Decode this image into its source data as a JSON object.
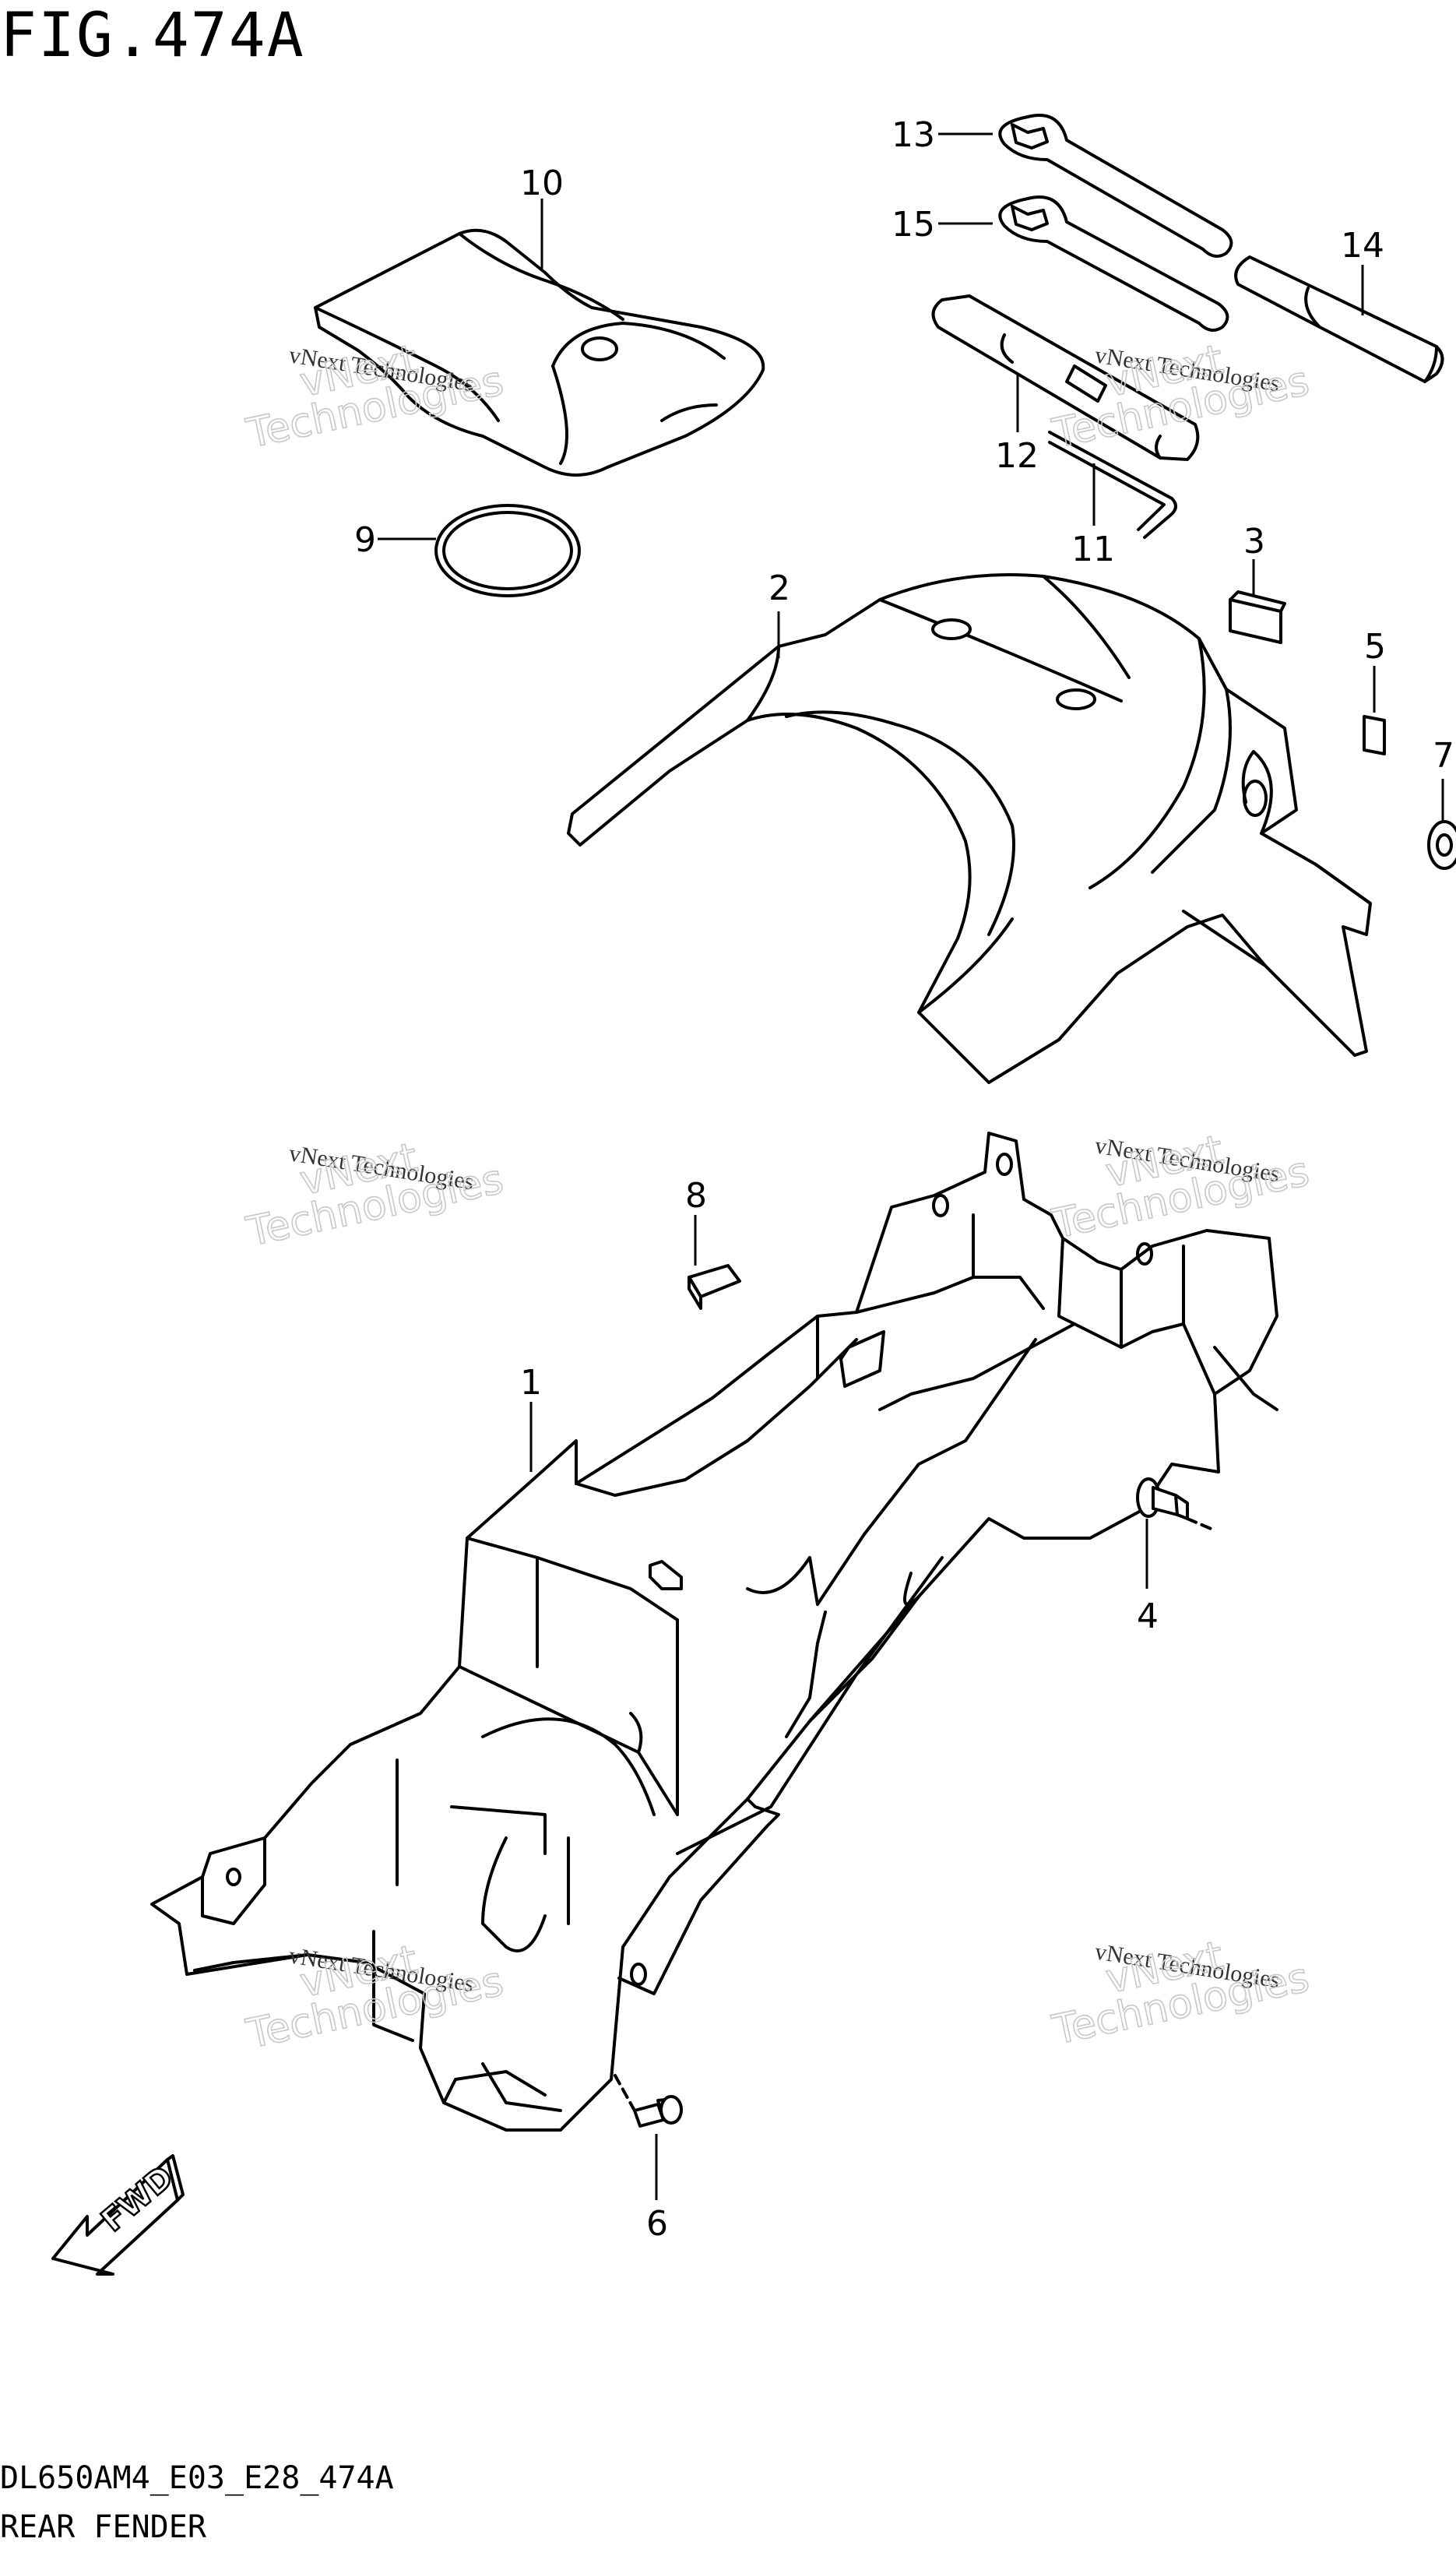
{
  "figure": {
    "title": "FIG.474A",
    "model_code": "DL650AM4_E03_E28_474A",
    "section_name": "REAR FENDER"
  },
  "watermark": {
    "small": "vNext Technologies",
    "large_line1": "vNext",
    "large_line2": "Technologies"
  },
  "callouts": [
    {
      "id": "1",
      "part": "rear-fender"
    },
    {
      "id": "2",
      "part": "rear-fender-cover"
    },
    {
      "id": "3",
      "part": "cushion-pad"
    },
    {
      "id": "4",
      "part": "push-rivet"
    },
    {
      "id": "5",
      "part": "cushion-pad-small"
    },
    {
      "id": "6",
      "part": "bolt"
    },
    {
      "id": "7",
      "part": "washer"
    },
    {
      "id": "8",
      "part": "cushion-block"
    },
    {
      "id": "9",
      "part": "rubber-band"
    },
    {
      "id": "10",
      "part": "tool-bag"
    },
    {
      "id": "11",
      "part": "hex-wrench"
    },
    {
      "id": "12",
      "part": "spark-plug-wrench"
    },
    {
      "id": "13",
      "part": "spanner-1"
    },
    {
      "id": "14",
      "part": "handle-bar-tool"
    },
    {
      "id": "15",
      "part": "spanner-2"
    }
  ],
  "forward_marker": {
    "label": "FWD"
  },
  "colors": {
    "ink": "#000000",
    "paper": "#ffffff",
    "watermark": "#c8c8c8"
  }
}
